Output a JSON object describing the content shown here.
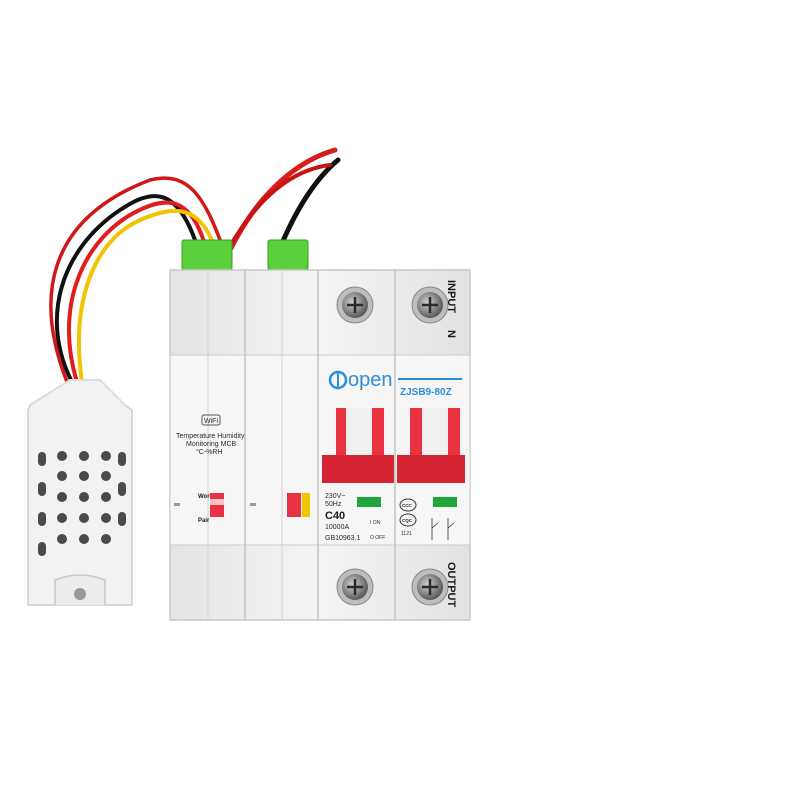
{
  "product": {
    "brand": "open",
    "model": "ZJSB9-80Z",
    "wifi_badge": "WiFi",
    "module_text_line1": "Temperature  Humidity",
    "module_text_line2": "Monitoring  MCB",
    "module_text_line3": "°C-%RH",
    "work_label": "Work",
    "pair_label": "Pair",
    "terminal_top_label": "INPUT",
    "terminal_n_label": "N",
    "terminal_bottom_label": "OUTPUT",
    "voltage": "230V~",
    "frequency": "50Hz",
    "rating": "C40",
    "breaking_capacity": "10000A",
    "standard": "GB10963.1",
    "on_label": "I ON",
    "off_label": "O OFF",
    "ccc_mark": "CCC",
    "cqc_mark": "CQC",
    "code": "1121"
  },
  "colors": {
    "body": "#eeeeee",
    "handle_red": "#e8323f",
    "terminal_green": "#5ccf3c",
    "accent_blue": "#2b8fd8",
    "indicator_green": "#1fa53a",
    "sensor_white": "#f3f3f3"
  }
}
